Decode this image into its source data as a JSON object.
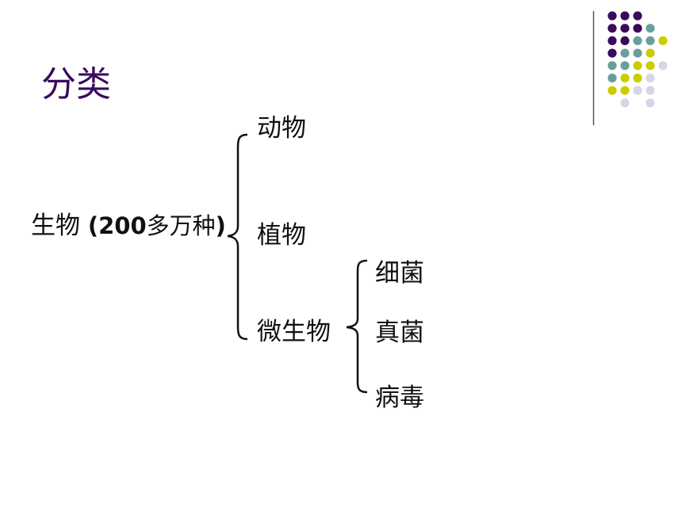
{
  "title": "分类",
  "colors": {
    "title": "#3a0a5e",
    "dark_purple": "#3a0a5e",
    "teal": "#6a9e9c",
    "yellow": "#cccc00",
    "lavender": "#d6d6e6",
    "divider": "#555555"
  },
  "root": {
    "label": "生物",
    "count_open": "(200",
    "count_unit": "多万种",
    "count_close": ")"
  },
  "branches": [
    "动物",
    "植物",
    "微生物"
  ],
  "microbes": [
    "细菌",
    "真菌",
    "病毒"
  ]
}
